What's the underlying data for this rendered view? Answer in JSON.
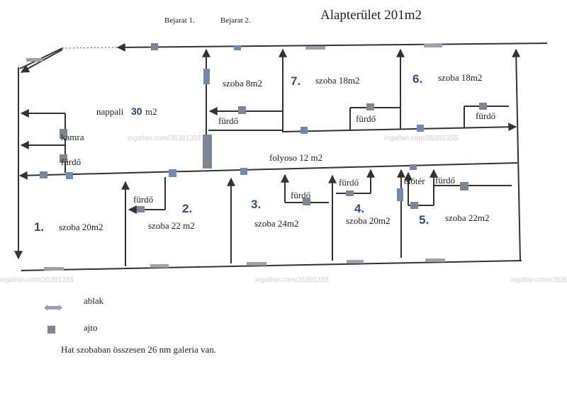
{
  "title": "Alapterület 201m2",
  "entrances": [
    "Bejarat 1.",
    "Bejarat 2."
  ],
  "rooms": {
    "nappali_label": "nappali",
    "nappali_number": "30",
    "nappali_unit": "m2",
    "kamra": "kamra",
    "furdo": "fürdő",
    "r7_num": "7.",
    "r7_label": "szoba  18m2",
    "r6_num": "6.",
    "r6_label": "szoba 18m2",
    "szoba8": "szoba 8m2",
    "folyoso": "folyoso 12 m2",
    "eloter": "előtér",
    "r1_num": "1.",
    "r1_label": "szoba 20m2",
    "r2_num": "2.",
    "r2_label": "szoba 22 m2",
    "r3_num": "3.",
    "r3_label": "szoba  24m2",
    "r4_num": "4.",
    "r4_label": "szoba 20m2",
    "r5_num": "5.",
    "r5_label": "szoba 22m2"
  },
  "legend": {
    "window_label": "ablak",
    "door_label": "ajto",
    "note": "Hat szobaban összesen 26 nm galeria van."
  },
  "watermark": "ingatlan.com/35391355",
  "colors": {
    "wall": "#333333",
    "door": "#7b8794",
    "number": "#2f4f88"
  }
}
